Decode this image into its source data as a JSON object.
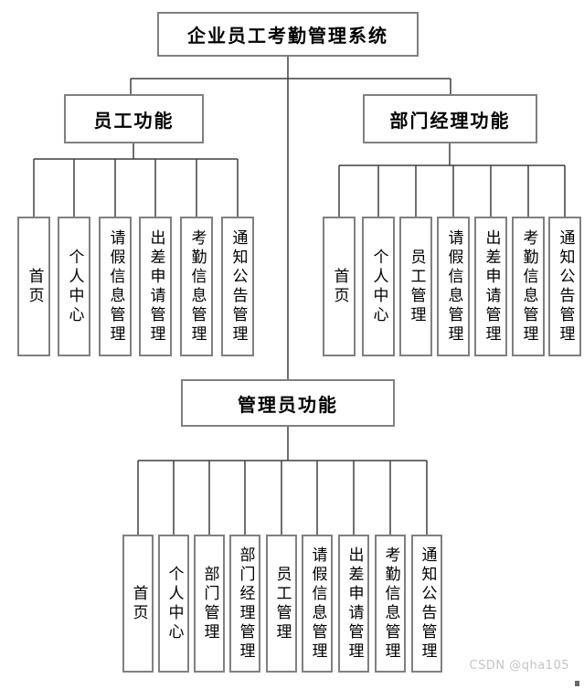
{
  "diagram": {
    "root": {
      "label": "企业员工考勤管理系统"
    },
    "branches": [
      {
        "id": "employee",
        "label": "员工功能",
        "children": [
          "首页",
          "个人中心",
          "请假信息管理",
          "出差申请管理",
          "考勤信息管理",
          "通知公告管理"
        ]
      },
      {
        "id": "dept-manager",
        "label": "部门经理功能",
        "children": [
          "首页",
          "个人中心",
          "员工管理",
          "请假信息管理",
          "出差申请管理",
          "考勤信息管理",
          "通知公告管理"
        ]
      },
      {
        "id": "admin",
        "label": "管理员功能",
        "children": [
          "首页",
          "个人中心",
          "部门管理",
          "部门经理管理",
          "员工管理",
          "请假信息管理",
          "出差申请管理",
          "考勤信息管理",
          "通知公告管理"
        ]
      }
    ]
  },
  "watermark": {
    "text": "CSDN @qha105"
  },
  "colors": {
    "box_border": "#808080",
    "line": "#3f3f3f",
    "text": "#000000",
    "background": "#ffffff",
    "watermark": "#c4c4c4"
  }
}
